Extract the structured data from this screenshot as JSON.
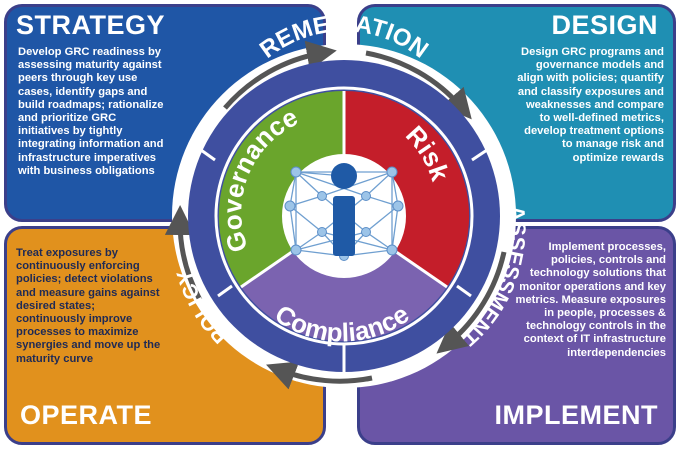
{
  "panels": {
    "strategy": {
      "title": "STRATEGY",
      "text": "Develop GRC readiness by assessing maturity against peers through key use cases, identify gaps and build roadmaps; rationalize and prioritize GRC initiatives by tightly integrating information and infrastructure imperatives with business obligations"
    },
    "design": {
      "title": "DESIGN",
      "text": "Design GRC programs and governance models and align with policies; quantify and classify exposures and weaknesses and compare to well-defined metrics, develop treatment options to manage risk and optimize rewards"
    },
    "operate": {
      "title": "OPERATE",
      "text": "Treat exposures by continuously enforcing policies; detect violations  and measure gains against desired states; continuously improve processes to maximize synergies and move up the maturity curve"
    },
    "implement": {
      "title": "IMPLEMENT",
      "text": "Implement processes, policies, controls and technology solutions that monitor operations and key metrics. Measure exposures in people, processes & technology controls in the context of  IT infrastructure interdependencies"
    }
  },
  "wheel": {
    "outer_labels": {
      "top": "REMEDIATION",
      "right": "ASSESSMENT",
      "left": "POLICY"
    },
    "segments": {
      "governance": "Governance",
      "risk": "Risk",
      "compliance": "Compliance"
    },
    "center_letter": "i"
  },
  "colors": {
    "strategy": "#1f56a6",
    "design": "#1f8fb3",
    "operate": "#e1911d",
    "implement": "#6a55a6",
    "governance": "#6aa52c",
    "risk": "#c41e2a",
    "compliance": "#7b63b0",
    "ring": "#3f4fa0",
    "center": "#ffffff",
    "icon": "#1f5aa6"
  }
}
